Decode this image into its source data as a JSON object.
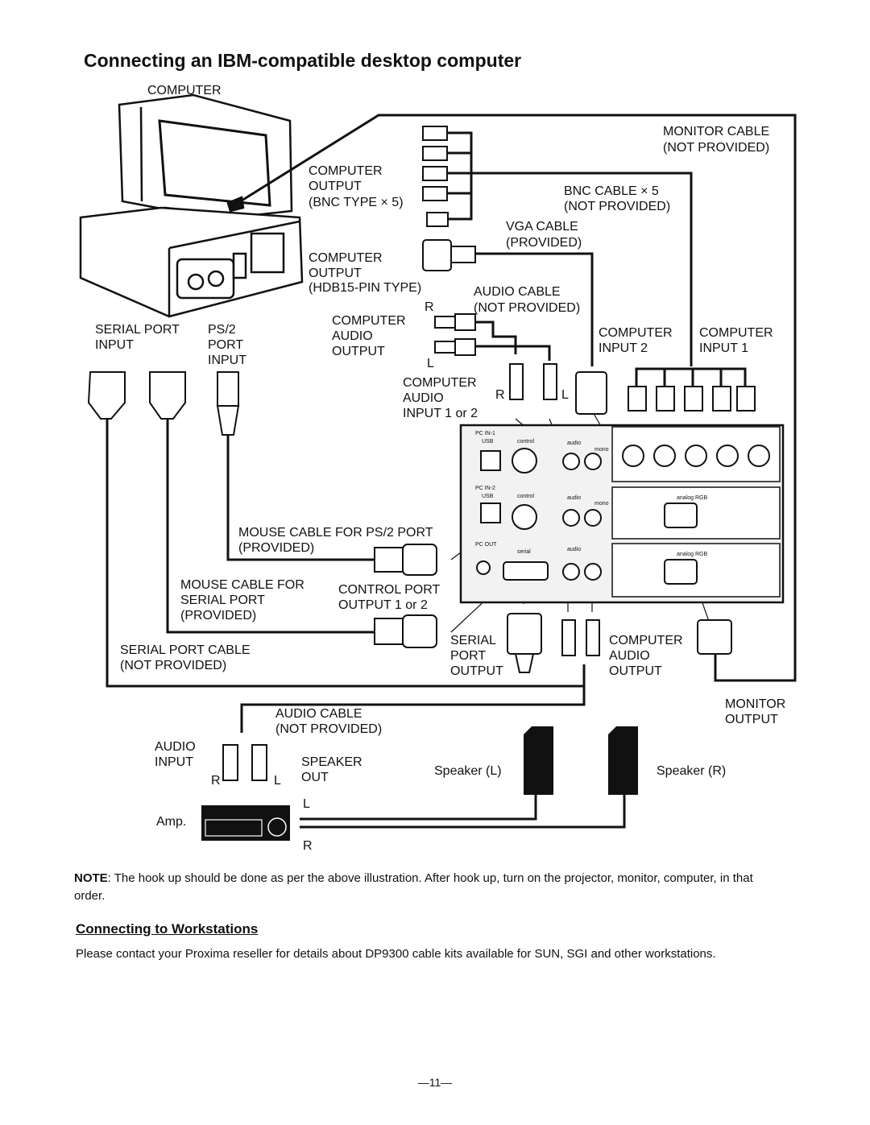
{
  "page_title": "Connecting an IBM-compatible desktop computer",
  "labels": {
    "computer": "COMPUTER",
    "monitor_cable_1": "MONITOR CABLE",
    "monitor_cable_2": "(NOT PROVIDED)",
    "bnc_out_1": "COMPUTER",
    "bnc_out_2": "OUTPUT",
    "bnc_out_3": "(BNC TYPE × 5)",
    "bnc_cable_1": "BNC CABLE × 5",
    "bnc_cable_2": "(NOT PROVIDED)",
    "vga_cable_1": "VGA CABLE",
    "vga_cable_2": "(PROVIDED)",
    "hdb_out_1": "COMPUTER",
    "hdb_out_2": "OUTPUT",
    "hdb_out_3": "(HDB15-PIN TYPE)",
    "audio_cable_top_1": "AUDIO CABLE",
    "audio_cable_top_2": "(NOT PROVIDED)",
    "r": "R",
    "l": "L",
    "comp_audio_out_1": "COMPUTER",
    "comp_audio_out_2": "AUDIO",
    "comp_audio_out_3": "OUTPUT",
    "comp_input2_1": "COMPUTER",
    "comp_input2_2": "INPUT 2",
    "comp_input1_1": "COMPUTER",
    "comp_input1_2": "INPUT 1",
    "serial_port_input_1": "SERIAL PORT",
    "serial_port_input_2": "INPUT",
    "ps2_1": "PS/2",
    "ps2_2": "PORT",
    "ps2_3": "INPUT",
    "comp_audio_in_1": "COMPUTER",
    "comp_audio_in_2": "AUDIO",
    "comp_audio_in_3": "INPUT 1 or 2",
    "mouse_ps2_1": "MOUSE CABLE FOR PS/2 PORT",
    "mouse_ps2_2": "(PROVIDED)",
    "mouse_serial_1": "MOUSE CABLE FOR",
    "mouse_serial_2": "SERIAL PORT",
    "mouse_serial_3": "(PROVIDED)",
    "control_port_1": "CONTROL PORT",
    "control_port_2": "OUTPUT 1 or 2",
    "serial_cable_1": "SERIAL PORT CABLE",
    "serial_cable_2": "(NOT PROVIDED)",
    "serial_port_out_1": "SERIAL",
    "serial_port_out_2": "PORT",
    "serial_port_out_3": "OUTPUT",
    "comp_audio_out_b_1": "COMPUTER",
    "comp_audio_out_b_2": "AUDIO",
    "comp_audio_out_b_3": "OUTPUT",
    "monitor_output_1": "MONITOR",
    "monitor_output_2": "OUTPUT",
    "audio_cable_bot_1": "AUDIO CABLE",
    "audio_cable_bot_2": "(NOT PROVIDED)",
    "audio_input_1": "AUDIO",
    "audio_input_2": "INPUT",
    "speaker_out_1": "SPEAKER",
    "speaker_out_2": "OUT",
    "speaker_l": "Speaker (L)",
    "speaker_r": "Speaker (R)",
    "amp": "Amp."
  },
  "panel_labels": {
    "pc_in_1": "PC IN-1",
    "pc_in_2": "PC IN-2",
    "pc_out": "PC OUT",
    "usb": "USB",
    "control": "control",
    "audio": "audio",
    "serial": "serial",
    "analog_rgb": "analog RGB",
    "mono": "mono"
  },
  "note_word": "NOTE",
  "note_text": ": The hook up should be done as per the above illustration. After hook up, turn on the projector, monitor, computer, in that order.",
  "section_title": "Connecting to Workstations",
  "section_text": "Please contact your Proxima reseller for details about DP9300 cable kits available for SUN, SGI and other workstations.",
  "page_number": "—11—"
}
